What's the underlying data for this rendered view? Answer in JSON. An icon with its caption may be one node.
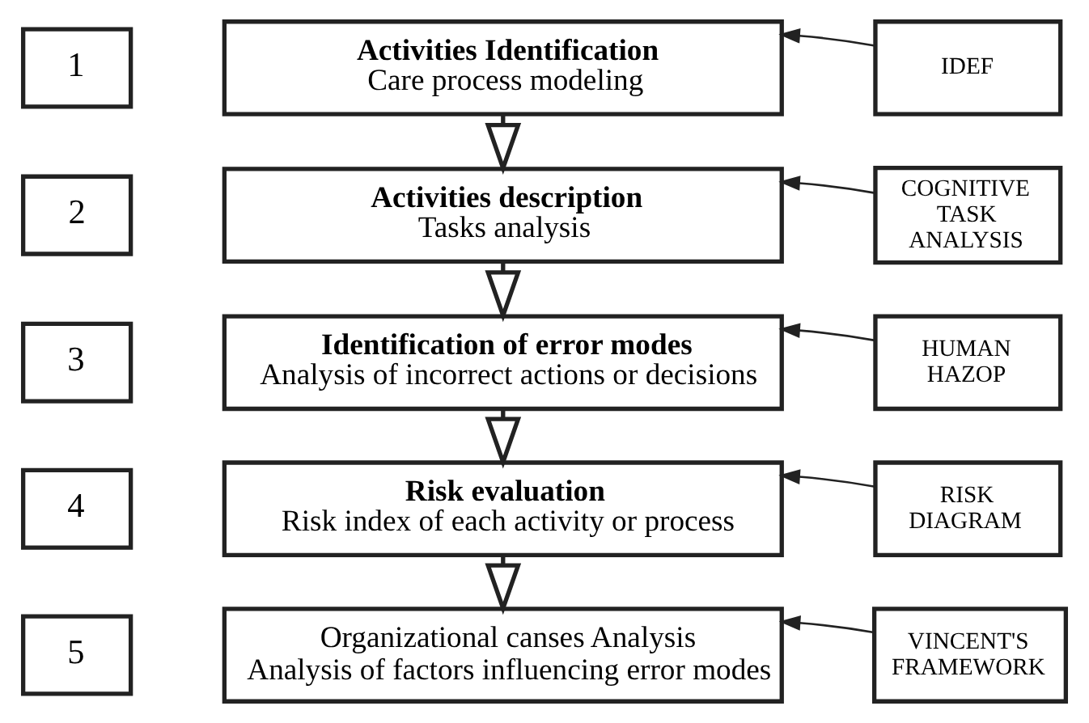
{
  "diagram": {
    "nodes": [
      {
        "text": [
          "1"
        ]
      },
      {
        "text": [
          "Activities Identification",
          "Care process modeling"
        ]
      },
      {
        "text": [
          "IDEF"
        ]
      },
      {
        "text": [
          "2"
        ]
      },
      {
        "text": [
          "Activities description",
          "Tasks analysis"
        ]
      },
      {
        "text": [
          "COGNITIVE TASK ANALYSIS"
        ]
      },
      {
        "text": [
          "3"
        ]
      },
      {
        "text": [
          "Identification of error modes",
          "Analysis of incorrect actions or decisions"
        ]
      },
      {
        "text": [
          "HUMAN HAZOP"
        ]
      },
      {
        "text": [
          "4"
        ]
      },
      {
        "text": [
          "Risk evaluation",
          "Risk index of each activity or process"
        ]
      },
      {
        "text": [
          "RISK DIAGRAM"
        ]
      },
      {
        "text": [
          "5"
        ]
      },
      {
        "text": [
          "Organizational canses Analysis",
          "Analysis of factors influencing error modes"
        ]
      },
      {
        "text": [
          "VINCENT'S FRAMEWORK"
        ]
      }
    ],
    "edges": [
      {
        "from": 2,
        "to": 1,
        "arrow": "to"
      },
      {
        "from": 1,
        "to": 4,
        "arrow": "to"
      },
      {
        "from": 5,
        "to": 4,
        "arrow": "to"
      },
      {
        "from": 4,
        "to": 7,
        "arrow": "to"
      },
      {
        "from": 8,
        "to": 7,
        "arrow": "to"
      },
      {
        "from": 7,
        "to": 10,
        "arrow": "to"
      },
      {
        "from": 11,
        "to": 10,
        "arrow": "to"
      },
      {
        "from": 10,
        "to": 13,
        "arrow": "to"
      },
      {
        "from": 14,
        "to": 13,
        "arrow": "to"
      }
    ]
  }
}
